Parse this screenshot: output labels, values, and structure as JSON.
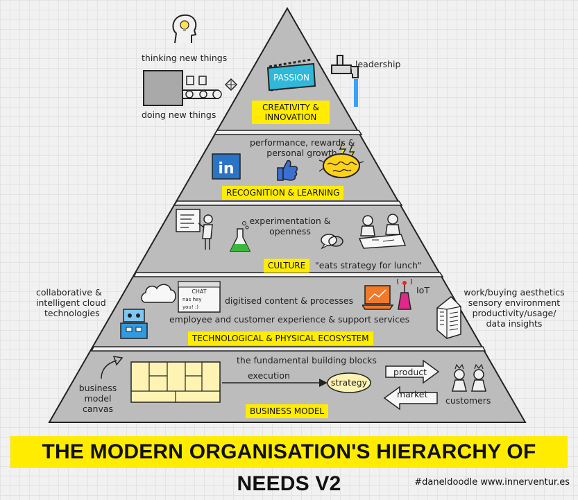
{
  "title": "THE MODERN ORGANISATION'S HIERARCHY OF NEEDS V2",
  "credit": "#daneldoodle www.innerventur.es",
  "colors": {
    "pyramid_fill": "#bcbcbc",
    "label_bg": "#ffec00",
    "background": "#f1f1f1"
  },
  "levels": [
    {
      "label": "CREATIVITY & INNOVATION",
      "label_line1": "CREATIVITY &",
      "label_line2": "INNOVATION",
      "notes": {
        "thinking": "thinking new things",
        "doing": "doing new things",
        "leadership": "leadership",
        "passion": "PASSION"
      }
    },
    {
      "label": "RECOGNITION & LEARNING",
      "notes": {
        "performance_line1": "performance, rewards &",
        "performance_line2": "personal growth",
        "linkedin": "in"
      }
    },
    {
      "label": "CULTURE",
      "notes": {
        "experimentation_line1": "experimentation &",
        "experimentation_line2": "openness",
        "eats": "\"eats strategy for lunch\""
      }
    },
    {
      "label": "TECHNOLOGICAL & PHYSICAL ECOSYSTEM",
      "notes": {
        "cloud_line1": "collaborative &",
        "cloud_line2": "intelligent cloud",
        "cloud_line3": "technologies",
        "digitised": "digitised content & processes",
        "iot": "IoT",
        "employee": "employee and customer experience & support services",
        "work_line1": "work/buying aesthetics",
        "work_line2": "sensory environment",
        "work_line3": "productivity/usage/",
        "work_line4": "data insights",
        "chat_title": "CHAT",
        "chat_line1": "nas hey",
        "chat_line2": "you! :)"
      }
    },
    {
      "label": "BUSINESS MODEL",
      "notes": {
        "building_blocks": "the fundamental building blocks",
        "canvas_line1": "business",
        "canvas_line2": "model",
        "canvas_line3": "canvas",
        "execution": "execution",
        "strategy": "strategy",
        "product": "product",
        "market": "market",
        "customers": "customers"
      }
    }
  ]
}
